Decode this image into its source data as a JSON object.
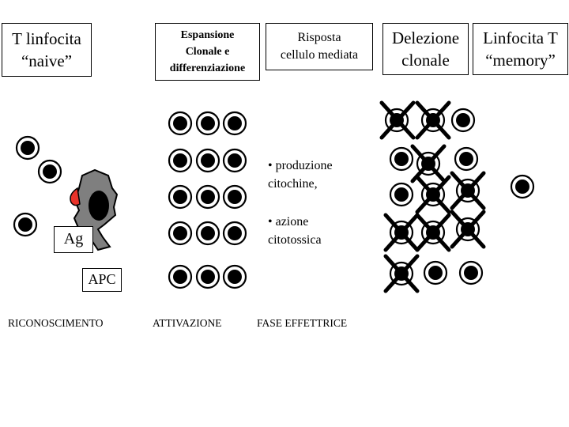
{
  "headers": {
    "naive": {
      "line1": "T linfocita",
      "line2": "“naive”"
    },
    "espansione": {
      "line1": "Espansione",
      "line2": "Clonale e",
      "line3": "differenziazione"
    },
    "risposta": {
      "line1": "Risposta",
      "line2": "cellulo mediata"
    },
    "delezione": {
      "line1": "Delezione",
      "line2": "clonale"
    },
    "memory": {
      "line1": "Linfocita T",
      "line2": "“memory”"
    }
  },
  "labels": {
    "ag": "Ag",
    "apc": "APC",
    "bullet_1": "• produzione\ncitochine,",
    "bullet_2": "• azione\ncitotossica"
  },
  "phases": {
    "riconoscimento": "RICONOSCIMENTO",
    "attivazione": "ATTIVAZIONE",
    "fase_effettrice": "FASE EFFETTRICE"
  },
  "colors": {
    "cell_fill": "#000000",
    "antigen": "#e8332a",
    "apc_fill": "#7f7f7f"
  }
}
